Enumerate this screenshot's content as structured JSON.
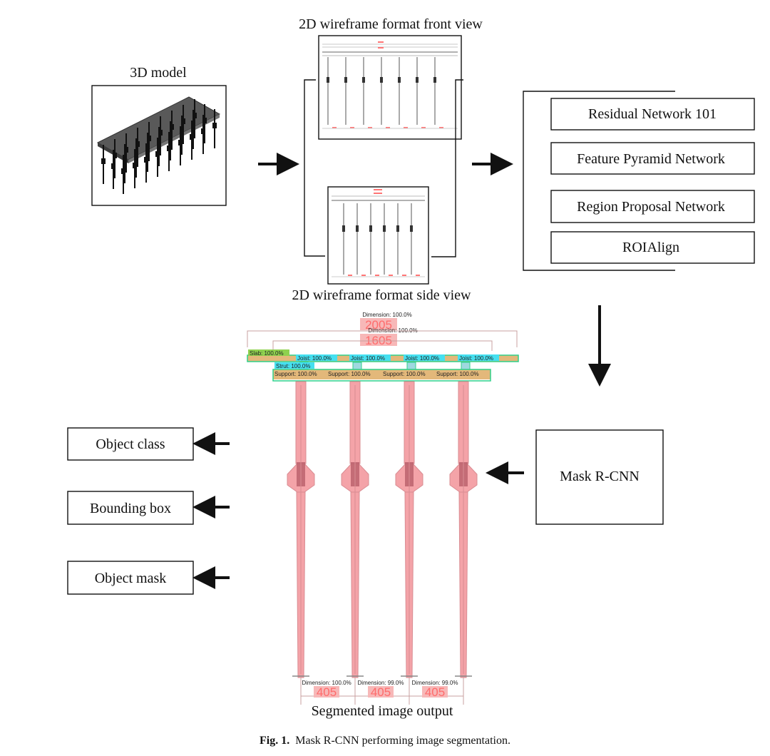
{
  "labels": {
    "model3d": "3D model",
    "front_view": "2D wireframe  format  front  view",
    "side_view": "2D wireframe  format  side  view",
    "seg_output": "Segmented image  output"
  },
  "network": {
    "resnet": "Residual  Network 101",
    "fpn": "Feature  Pyramid  Network",
    "rpn": "Region  Proposal  Network",
    "roialign": "ROIAlign"
  },
  "mask_rcnn": "Mask R-CNN",
  "outputs": {
    "object_class": "Object class",
    "bounding_box": "Bounding  box",
    "object_mask": "Object mask"
  },
  "segmentation": {
    "dim_top_label": "Dimension: 100.0%",
    "dim_top_value": "2005",
    "dim_mid_label": "Dimension: 100.0%",
    "dim_mid_value": "1605",
    "slab": "Slab: 100.0%",
    "joist": "Joist: 100.0%",
    "strut": "Strut: 100.0%",
    "support": "Support: 100.0%",
    "support_last": "Support: 100.0%",
    "bottom_dims": [
      {
        "label": "Dimension: 100.0%",
        "value": "405"
      },
      {
        "label": "Dimension: 99.0%",
        "value": "405"
      },
      {
        "label": "Dimension: 99.0%",
        "value": "405"
      }
    ]
  },
  "caption": {
    "prefix": "Fig. 1.",
    "text": "Mask R-CNN performing image segmentation."
  },
  "colors": {
    "mask_pink": "#f4a3a8",
    "slab_green": "#8fd14f",
    "joist_cyan": "#45e0f0",
    "support_tan": "#e3b87a",
    "support_box": "#2fd08a"
  }
}
